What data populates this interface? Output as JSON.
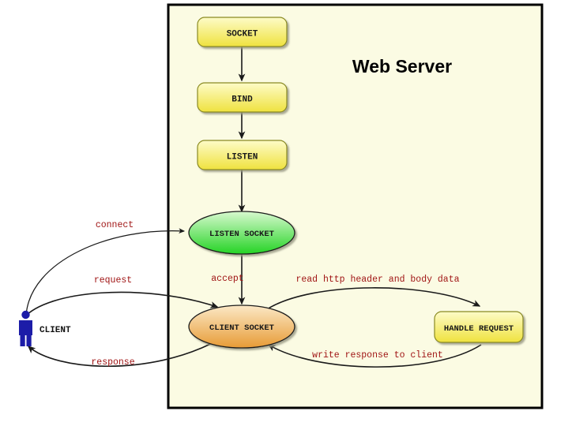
{
  "diagram": {
    "title": "Web Server",
    "actor": {
      "label": "CLIENT",
      "icon": "person-icon",
      "color": "#1c1ca8"
    },
    "nodes": [
      {
        "id": "socket",
        "label": "SOCKET",
        "shape": "rounded-rect",
        "fill": "#f5ef80"
      },
      {
        "id": "bind",
        "label": "BIND",
        "shape": "rounded-rect",
        "fill": "#f5ef80"
      },
      {
        "id": "listen",
        "label": "LISTEN",
        "shape": "rounded-rect",
        "fill": "#f5ef80"
      },
      {
        "id": "listen_socket",
        "label": "LISTEN SOCKET",
        "shape": "ellipse",
        "fill": "#4fd94f"
      },
      {
        "id": "client_socket",
        "label": "CLIENT SOCKET",
        "shape": "ellipse",
        "fill": "#edae58"
      },
      {
        "id": "handle_request",
        "label": "HANDLE REQUEST",
        "shape": "rounded-rect",
        "fill": "#f5ef80"
      }
    ],
    "edges": [
      {
        "id": "e-socket-bind",
        "label": "",
        "from": "socket",
        "to": "bind"
      },
      {
        "id": "e-bind-listen",
        "label": "",
        "from": "bind",
        "to": "listen"
      },
      {
        "id": "e-listen-lsock",
        "label": "",
        "from": "listen",
        "to": "listen_socket"
      },
      {
        "id": "e-connect",
        "label": "connect",
        "from": "client",
        "to": "listen_socket"
      },
      {
        "id": "e-request",
        "label": "request",
        "from": "client",
        "to": "client_socket"
      },
      {
        "id": "e-accept",
        "label": "accept",
        "from": "listen_socket",
        "to": "client_socket"
      },
      {
        "id": "e-read",
        "label": "read http header and body data",
        "from": "client_socket",
        "to": "handle_request"
      },
      {
        "id": "e-write",
        "label": "write response to client",
        "from": "handle_request",
        "to": "client_socket"
      },
      {
        "id": "e-response",
        "label": "response",
        "from": "client_socket",
        "to": "client"
      }
    ],
    "colors": {
      "server_background": "#fbfbe3",
      "server_border": "#000000",
      "edge": "#1a1a1a",
      "label_red": "#a01515",
      "page_background": "#ffffff"
    }
  }
}
